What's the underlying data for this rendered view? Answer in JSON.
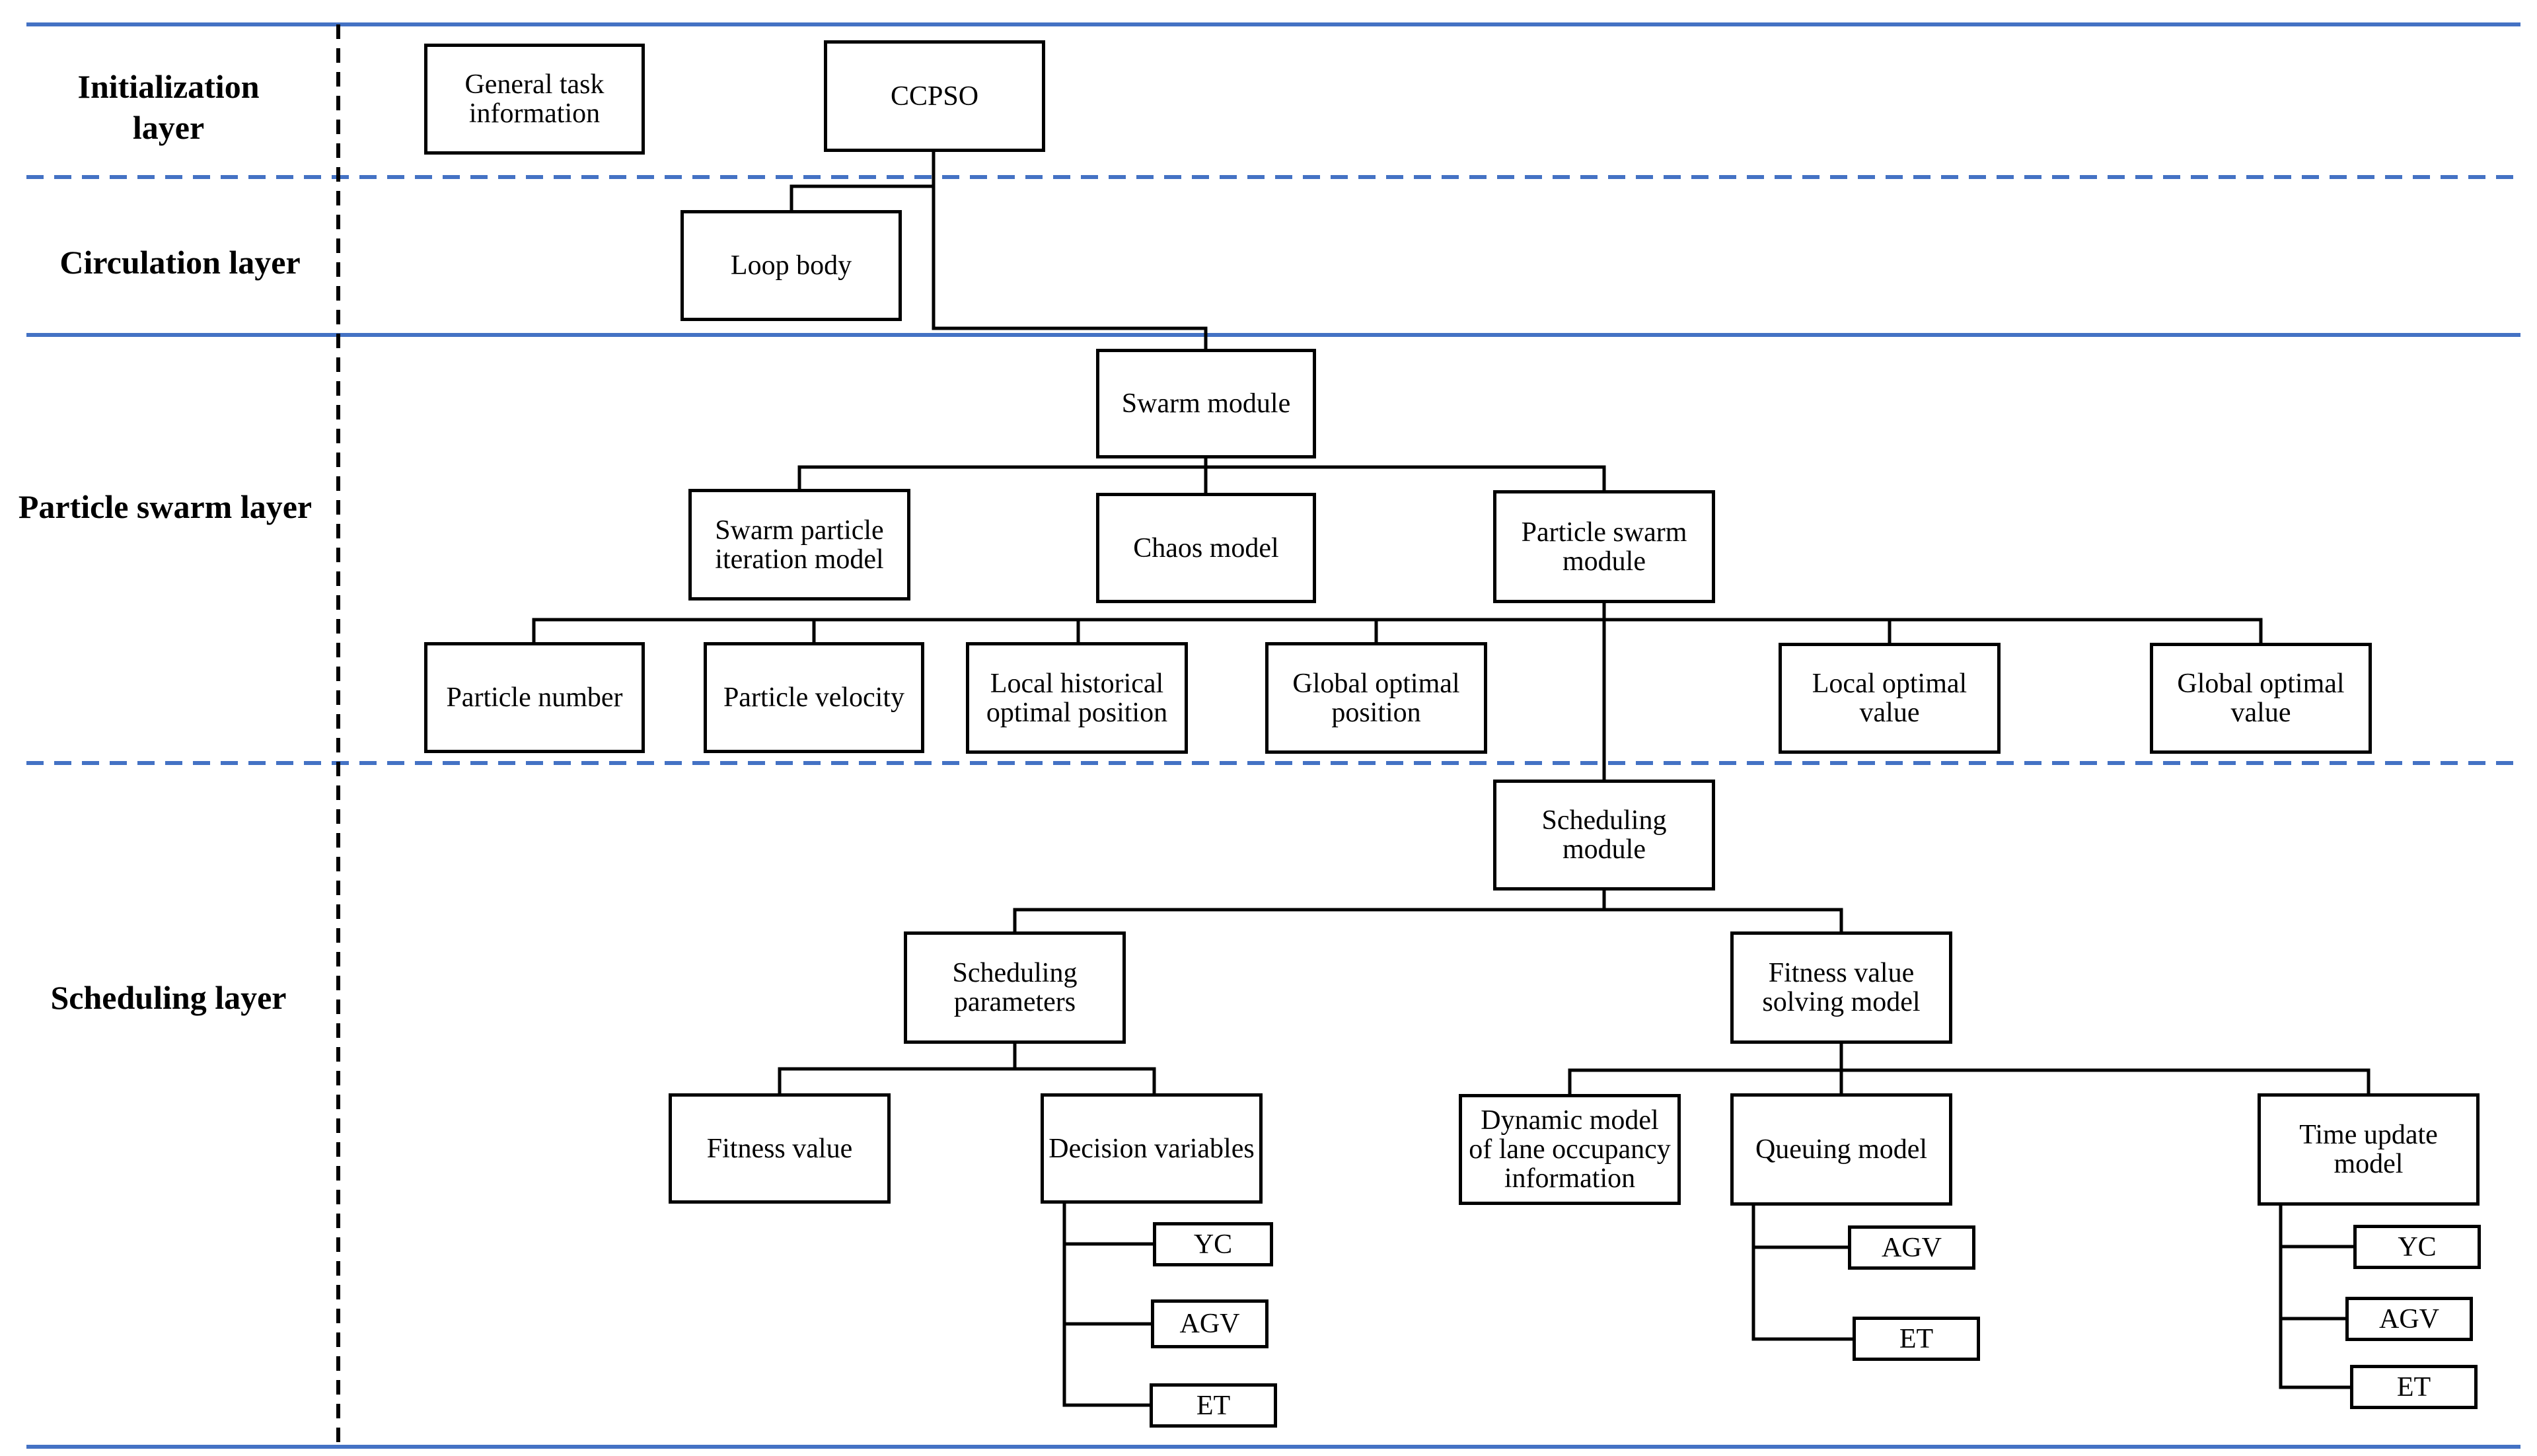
{
  "layers": {
    "initialization": [
      "Initialization",
      "layer"
    ],
    "circulation": "Circulation layer",
    "particle_swarm": "Particle swarm layer",
    "scheduling": "Scheduling layer"
  },
  "nodes": {
    "general_task": [
      "General task",
      "information"
    ],
    "ccpso": "CCPSO",
    "loop_body": "Loop body",
    "swarm_module": "Swarm module",
    "swarm_particle_iteration": [
      "Swarm particle",
      "iteration model"
    ],
    "chaos_model": "Chaos model",
    "particle_swarm_module": [
      "Particle swarm",
      "module"
    ],
    "particle_number": "Particle number",
    "particle_velocity": "Particle velocity",
    "local_historical": [
      "Local historical",
      "optimal position"
    ],
    "global_optimal_position": [
      "Global optimal",
      "position"
    ],
    "local_optimal_value": [
      "Local optimal",
      "value"
    ],
    "global_optimal_value": [
      "Global optimal",
      "value"
    ],
    "scheduling_module": [
      "Scheduling",
      "module"
    ],
    "scheduling_parameters": [
      "Scheduling",
      "parameters"
    ],
    "fitness_solving": [
      "Fitness value",
      "solving model"
    ],
    "fitness_value": "Fitness value",
    "decision_variables": "Decision variables",
    "dv_yc": "YC",
    "dv_agv": "AGV",
    "dv_et": "ET",
    "dynamic_model": [
      "Dynamic model",
      "of lane occupancy",
      "information"
    ],
    "queuing_model": "Queuing model",
    "q_agv": "AGV",
    "q_et": "ET",
    "time_update": [
      "Time update",
      "model"
    ],
    "t_yc": "YC",
    "t_agv": "AGV",
    "t_et": "ET"
  },
  "colors": {
    "layer_line": "#4472C4",
    "box_border": "#000000",
    "connector": "#000000"
  }
}
